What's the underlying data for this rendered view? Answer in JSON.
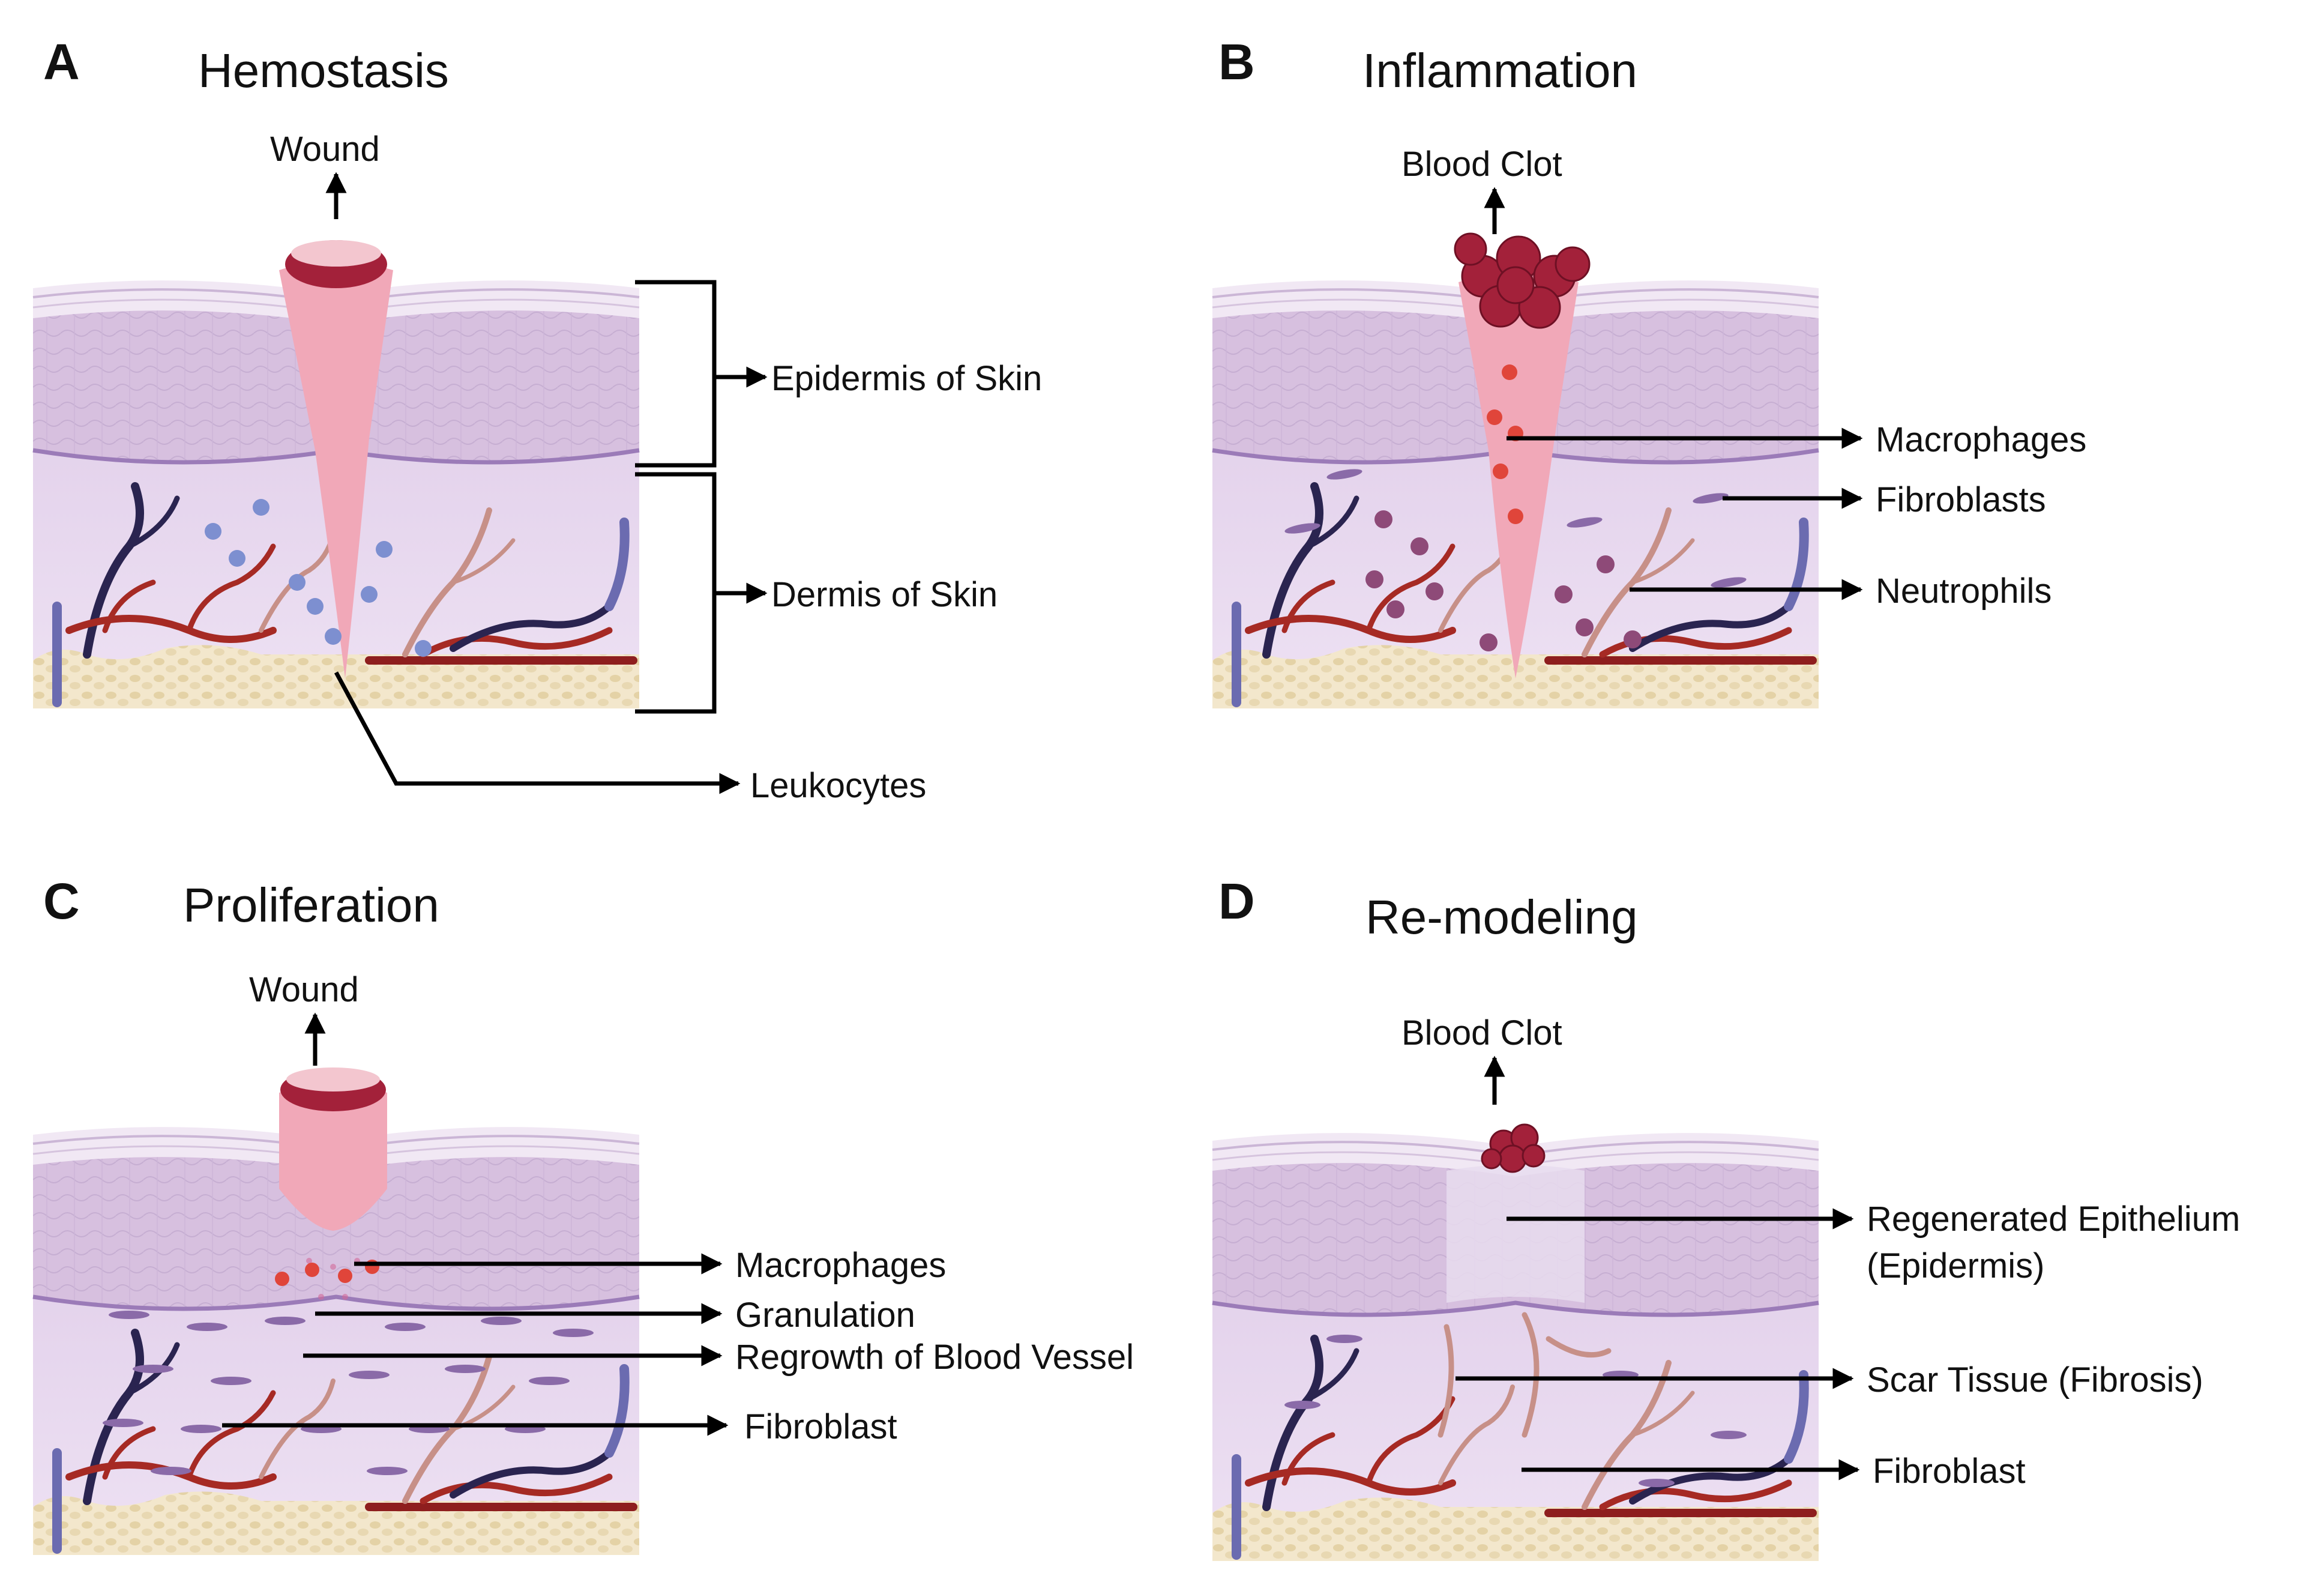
{
  "panels": {
    "a": {
      "letter": "A",
      "title": "Hemostasis",
      "top_label": "Wound",
      "labels": [
        "Epidermis of Skin",
        "Dermis of Skin",
        "Leukocytes"
      ]
    },
    "b": {
      "letter": "B",
      "title": "Inflammation",
      "top_label": "Blood Clot",
      "labels": [
        "Macrophages",
        "Fibroblasts",
        "Neutrophils"
      ]
    },
    "c": {
      "letter": "C",
      "title": "Proliferation",
      "top_label": "Wound",
      "labels": [
        "Macrophages",
        "Granulation",
        "Regrowth of Blood Vessel",
        "Fibroblast"
      ]
    },
    "d": {
      "letter": "D",
      "title": "Re-modeling",
      "top_label": "Blood Clot",
      "labels": [
        "Regenerated Epithelium",
        "(Epidermis)",
        "Scar Tissue (Fibrosis)",
        "Fibroblast"
      ]
    }
  },
  "colors": {
    "epidermis": "#d9c3e0",
    "stratum": "#efe4f2",
    "dermis": "#e9daf0",
    "basement": "#9b7bb8",
    "fat": "#f1e4c6",
    "wound": "#f1a8b8",
    "clot": "#a3213a",
    "artery": "#a62a24",
    "vein": "#2a2450",
    "capillary": "#c79088",
    "leukocyte": "#7d8fd0",
    "macrophage": "#e0453a",
    "neutrophil": "#8e4a78",
    "fibroblast": "#8a6aa8"
  }
}
